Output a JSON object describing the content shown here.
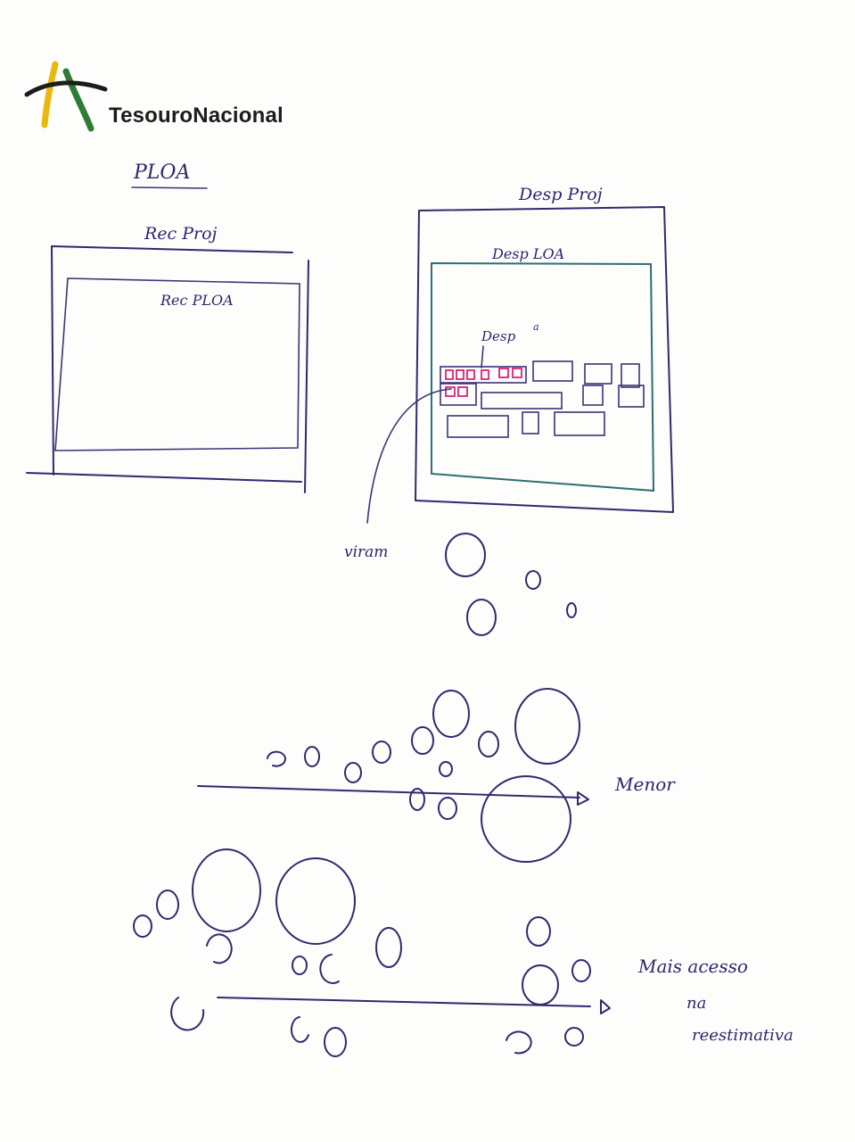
{
  "logo": {
    "brand": "TesouroNacional"
  },
  "title": "PLOA",
  "left_box": {
    "outer_label": "Rec Proj",
    "inner_label": "Rec PLOA"
  },
  "right_box": {
    "outer_label": "Desp Proj",
    "inner_label": "Desp LOA",
    "sub_label": "Desp",
    "sub_superscript": "a"
  },
  "viram_label": "viram",
  "menor_label": "Menor",
  "bottom_label_lines": [
    "Mais acesso",
    "na",
    "reestimativa"
  ],
  "colors": {
    "ink": "#2f2a6e",
    "teal": "#2f6e74",
    "pink": "#d8237a",
    "logo_yellow": "#e8b80c",
    "logo_green": "#2e7d32"
  }
}
